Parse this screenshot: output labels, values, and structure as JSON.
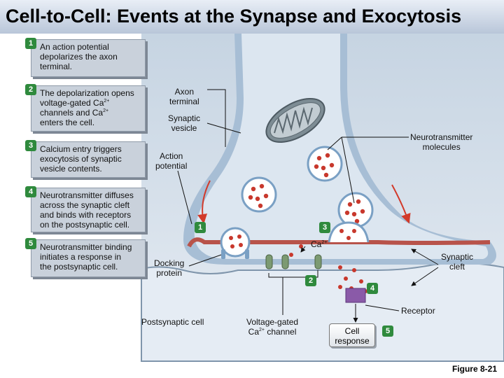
{
  "title": "Cell-to-Cell: Events at the Synapse and Exocytosis",
  "steps": [
    {
      "num": "1",
      "lines": [
        "An action potential",
        "depolarizes the axon",
        "terminal."
      ]
    },
    {
      "num": "2",
      "lines": [
        "The depolarization opens",
        "voltage-gated Ca",
        "channels and Ca",
        "enters the cell."
      ],
      "sup": "2+"
    },
    {
      "num": "3",
      "lines": [
        "Calcium entry triggers",
        "exocytosis of synaptic",
        "vesicle contents."
      ]
    },
    {
      "num": "4",
      "lines": [
        "Neurotransmitter diffuses",
        "across the synaptic cleft",
        "and binds with receptors",
        "on the postsynaptic cell."
      ]
    },
    {
      "num": "5",
      "lines": [
        "Neurotransmitter binding",
        "initiates a response in",
        "the postsynaptic cell."
      ]
    }
  ],
  "labels": {
    "axon_terminal": [
      "Axon",
      "terminal"
    ],
    "synaptic_vesicle": [
      "Synaptic",
      "vesicle"
    ],
    "action_potential": [
      "Action",
      "potential"
    ],
    "neurotransmitter_molecules": [
      "Neurotransmitter",
      "molecules"
    ],
    "ca": "Ca",
    "ca_sup": "2+",
    "docking_protein": [
      "Docking",
      "protein"
    ],
    "synaptic_cleft": [
      "Synaptic",
      "cleft"
    ],
    "receptor": "Receptor",
    "postsynaptic_cell": "Postsynaptic cell",
    "voltage_gated_channel": [
      "Voltage-gated",
      "Ca",
      "channel"
    ],
    "cell_response": [
      "Cell",
      "response"
    ]
  },
  "diagram_badges": {
    "b1": "1",
    "b2": "2",
    "b3": "3",
    "b4": "4",
    "b5": "5"
  },
  "figure": "Figure 8-21",
  "colors": {
    "step_badge": "#2f8a3d",
    "membrane": "#b8534a",
    "cytoplasm": "#dfe8f2",
    "neurotransmitter": "#c8382c",
    "receptor": "#8a5aa8",
    "channel": "#7c9a72",
    "mitochondrion": "#7d8c94"
  }
}
